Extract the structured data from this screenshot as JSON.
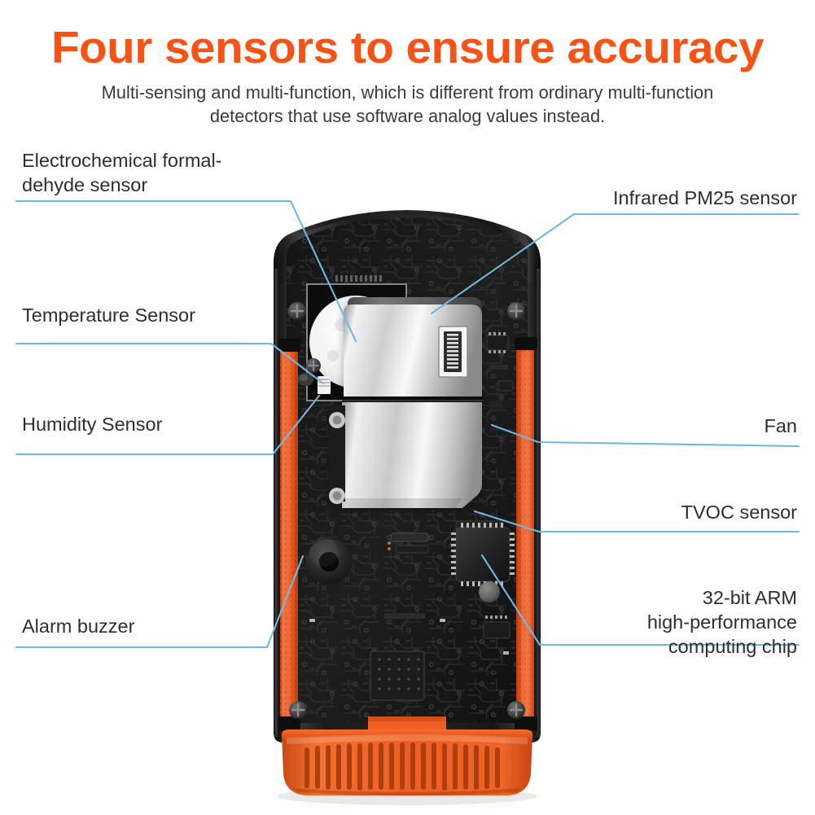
{
  "header": {
    "title": "Four sensors to ensure accuracy",
    "subtitle_line1": "Multi-sensing and multi-function, which is different from ordinary multi-function",
    "subtitle_line2": "detectors that use software analog values instead.",
    "title_color": "#f85314",
    "subtitle_color": "#3b3b3b"
  },
  "theme": {
    "leader_line_color": "#6fb8e0",
    "accent_orange": "#f05a24",
    "body_black": "#1c1c1c",
    "pcb_black": "#121212",
    "metal_silver": "#d8d8d8",
    "background": "#ffffff"
  },
  "callouts": {
    "left": [
      {
        "id": "formaldehyde",
        "label": "Electrochemical formal-\ndehyde sensor"
      },
      {
        "id": "temperature",
        "label": "Temperature Sensor"
      },
      {
        "id": "humidity",
        "label": "Humidity Sensor"
      },
      {
        "id": "buzzer",
        "label": "Alarm buzzer"
      }
    ],
    "right": [
      {
        "id": "pm25",
        "label": "Infrared PM25 sensor"
      },
      {
        "id": "fan",
        "label": "Fan"
      },
      {
        "id": "tvoc",
        "label": "TVOC sensor"
      },
      {
        "id": "arm",
        "label": "32-bit ARM\nhigh-performance\ncomputing chip"
      }
    ]
  },
  "product": {
    "name": "air-quality-detector-open-case",
    "description": "Orange and black handheld multi-function air quality detector shown with rear case removed, exposing the circuit board, silver PM2.5 laser sensor module, white fan, buzzer and ARM chip.",
    "top_vent_slot_count": 8,
    "base_vent_slot_count": 22
  }
}
